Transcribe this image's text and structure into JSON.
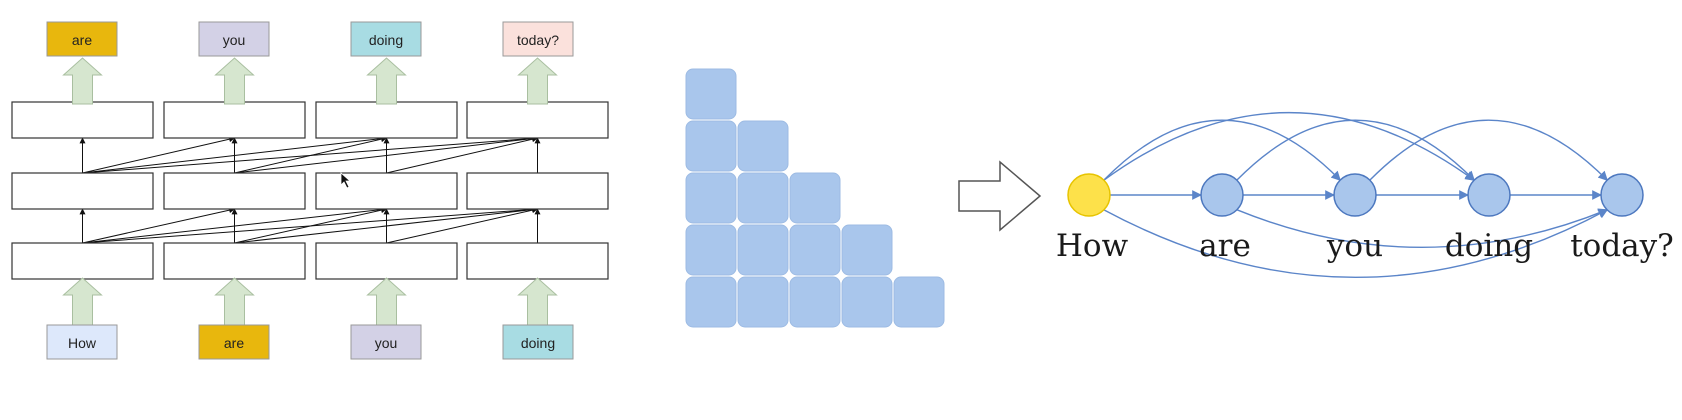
{
  "transformer_panel": {
    "output_tokens": [
      {
        "text": "are",
        "color": "#e8b70d"
      },
      {
        "text": "you",
        "color": "#d3d1e6"
      },
      {
        "text": "doing",
        "color": "#a8dce3"
      },
      {
        "text": "today?",
        "color": "#fbe1dc"
      }
    ],
    "input_tokens": [
      {
        "text": "How",
        "color": "#dde8fb"
      },
      {
        "text": "are",
        "color": "#e8b70d"
      },
      {
        "text": "you",
        "color": "#d3d1e6"
      },
      {
        "text": "doing",
        "color": "#a8dce3"
      }
    ],
    "layers": 3,
    "arrow_color": "#d6e6cf",
    "connection_style": "causal (each position attends to itself and all earlier positions)"
  },
  "mask_panel": {
    "rows": 5,
    "cell_color": "#a9c6ec",
    "shape": "lower-triangular"
  },
  "graph_panel": {
    "nodes": [
      {
        "label": "How",
        "color": "#fde14a"
      },
      {
        "label": "are",
        "color": "#a9c6ec"
      },
      {
        "label": "you",
        "color": "#a9c6ec"
      },
      {
        "label": "doing",
        "color": "#a9c6ec"
      },
      {
        "label": "today?",
        "color": "#a9c6ec"
      }
    ],
    "edges": [
      [
        0,
        1
      ],
      [
        0,
        2
      ],
      [
        0,
        3
      ],
      [
        0,
        4
      ],
      [
        1,
        2
      ],
      [
        1,
        3
      ],
      [
        1,
        4
      ],
      [
        2,
        3
      ],
      [
        2,
        4
      ],
      [
        3,
        4
      ]
    ],
    "edge_color": "#5b85c9",
    "node_stroke": "#4d78bf"
  }
}
